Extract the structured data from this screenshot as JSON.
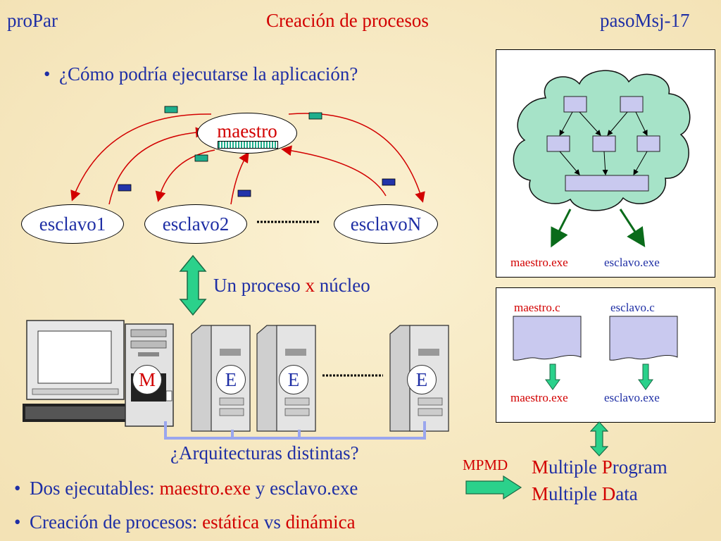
{
  "header": {
    "left": "proPar",
    "center": "Creación de procesos",
    "right": "pasoMsj-17"
  },
  "bullets": {
    "question": "¿Cómo podría ejecutarse la aplicación?",
    "executables_prefix": "Dos ejecutables: ",
    "executables_a": "maestro.exe",
    "executables_y": " y ",
    "executables_b": "esclavo.exe",
    "creation_prefix": "Creación de procesos: ",
    "creation_static": "estática",
    "creation_vs": " vs ",
    "creation_dynamic": "dinámica"
  },
  "diagram": {
    "master": "maestro",
    "slaves": [
      "esclavo1",
      "esclavo2",
      "esclavoN"
    ],
    "process_note_a": "Un proceso ",
    "process_note_x": "x",
    "process_note_b": " núcleo",
    "machines": [
      "M",
      "E",
      "E",
      "E"
    ],
    "architectures": "¿Arquitecturas distintas?"
  },
  "panel_top": {
    "exe_a": "maestro.exe",
    "exe_b": "esclavo.exe"
  },
  "panel_bottom": {
    "src_a": "maestro.c",
    "src_b": "esclavo.c",
    "exe_a": "maestro.exe",
    "exe_b": "esclavo.exe"
  },
  "mpmd": {
    "label": "MPMD",
    "l1_a": "M",
    "l1_b": "ultiple ",
    "l1_c": "P",
    "l1_d": "rogram",
    "l2_a": "M",
    "l2_b": "ultiple ",
    "l2_c": "D",
    "l2_d": "ata"
  },
  "colors": {
    "text_blue": "#1f2fa5",
    "accent_red": "#d20000",
    "cloud_green": "#a6e3c8",
    "arrow_green": "#2bd18b",
    "background": "#f7ebc4"
  }
}
